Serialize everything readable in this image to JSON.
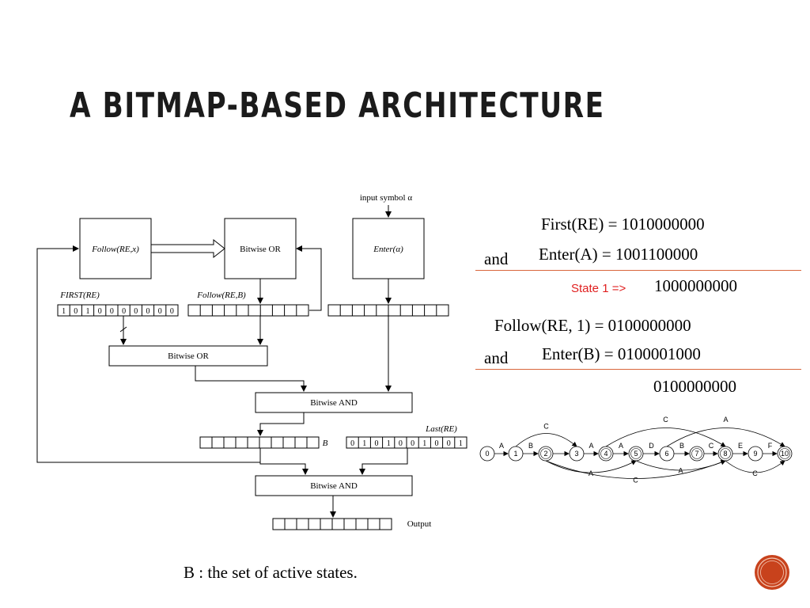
{
  "slide": {
    "title": "A BITMAP-BASED ARCHITECTURE",
    "caption": "B : the set of active states."
  },
  "diagram": {
    "input_symbol": "input symbol α",
    "follow_box": "Follow(RE,x)",
    "bitwise_or_top": "Bitwise OR",
    "enter_box": "Enter(α)",
    "first_label": "FIRST(RE)",
    "first_bits": [
      "1",
      "0",
      "1",
      "0",
      "0",
      "0",
      "0",
      "0",
      "0",
      "0"
    ],
    "follow_rb_label": "Follow(RE,B)",
    "bitwise_or_mid": "Bitwise OR",
    "bitwise_and_1": "Bitwise AND",
    "b_label": "B",
    "last_label": "Last(RE)",
    "last_bits": [
      "0",
      "1",
      "0",
      "1",
      "0",
      "0",
      "1",
      "0",
      "0",
      "1"
    ],
    "bitwise_and_2": "Bitwise AND",
    "output_label": "Output"
  },
  "equations": {
    "first_re": "First(RE) = 1010000000",
    "and_1": "and",
    "enter_a": "Enter(A)  = 1001100000",
    "state1_label": "State 1 =>",
    "state1_value": "1000000000",
    "follow_re1": "Follow(RE, 1) = 0100000000",
    "and_2": "and",
    "enter_b": "Enter(B)  = 0100001000",
    "result": "0100000000"
  },
  "automaton": {
    "states": [
      "0",
      "1",
      "2",
      "3",
      "4",
      "5",
      "6",
      "7",
      "8",
      "9",
      "10"
    ],
    "accepting_states": [
      "2",
      "4",
      "5",
      "7",
      "8",
      "10"
    ],
    "forward_labels": [
      "A",
      "B",
      "",
      "A",
      "A",
      "D",
      "B",
      "C",
      "E",
      "F"
    ],
    "top_arcs": [
      {
        "label": "C"
      },
      {
        "label": "C"
      },
      {
        "label": "A"
      }
    ],
    "bottom_arcs": [
      {
        "label": "A"
      },
      {
        "label": "C"
      },
      {
        "label": "A"
      },
      {
        "label": "C"
      }
    ]
  },
  "colors": {
    "accent": "#d9663c",
    "state_label": "#e02020",
    "logo": "#c8421c"
  }
}
